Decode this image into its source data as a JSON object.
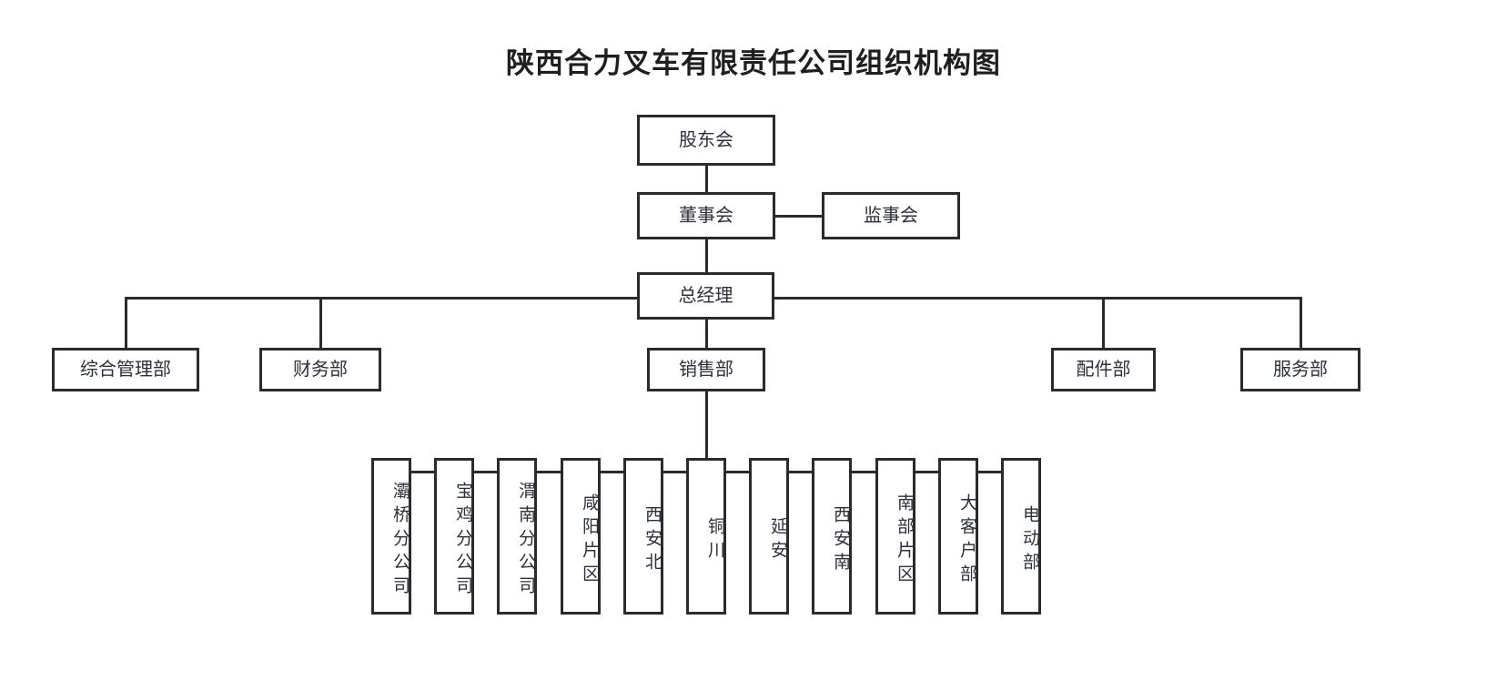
{
  "title": "陕西合力叉车有限责任公司组织机构图",
  "colors": {
    "box_border": "#2b2b2b",
    "box_fill": "#ffffff",
    "text": "#2c3038",
    "title_text": "#1f1f1f",
    "connector": "#2b2b2b"
  },
  "chart_data": {
    "type": "diagram",
    "diagram_kind": "organizational-chart",
    "title": "陕西合力叉车有限责任公司组织机构图",
    "orientation": "top-down",
    "levels": [
      {
        "level": 1,
        "nodes": [
          "股东会"
        ]
      },
      {
        "level": 2,
        "nodes": [
          "董事会",
          "监事会"
        ]
      },
      {
        "level": 3,
        "nodes": [
          "总经理"
        ]
      },
      {
        "level": 4,
        "nodes": [
          "综合管理部",
          "财务部",
          "销售部",
          "配件部",
          "服务部"
        ]
      },
      {
        "level": 5,
        "nodes": [
          "灞桥分公司",
          "宝鸡分公司",
          "渭南分公司",
          "咸阳片区",
          "西安北",
          "铜川",
          "延安",
          "西安南",
          "南部片区",
          "大客户部",
          "电动部"
        ]
      }
    ],
    "edges": [
      {
        "from": "股东会",
        "to": "董事会"
      },
      {
        "from": "董事会",
        "to": "监事会",
        "style": "horizontal-peer"
      },
      {
        "from": "董事会",
        "to": "总经理"
      },
      {
        "from": "总经理",
        "to": "综合管理部"
      },
      {
        "from": "总经理",
        "to": "财务部"
      },
      {
        "from": "总经理",
        "to": "销售部"
      },
      {
        "from": "总经理",
        "to": "配件部"
      },
      {
        "from": "总经理",
        "to": "服务部"
      },
      {
        "from": "销售部",
        "to": "灞桥分公司"
      },
      {
        "from": "销售部",
        "to": "宝鸡分公司"
      },
      {
        "from": "销售部",
        "to": "渭南分公司"
      },
      {
        "from": "销售部",
        "to": "咸阳片区"
      },
      {
        "from": "销售部",
        "to": "西安北"
      },
      {
        "from": "销售部",
        "to": "铜川"
      },
      {
        "from": "销售部",
        "to": "延安"
      },
      {
        "from": "销售部",
        "to": "西安南"
      },
      {
        "from": "销售部",
        "to": "南部片区"
      },
      {
        "from": "销售部",
        "to": "大客户部"
      },
      {
        "from": "销售部",
        "to": "电动部"
      }
    ]
  },
  "nodes": {
    "shareholders": "股东会",
    "board": "董事会",
    "supervisors": "监事会",
    "general_manager": "总经理",
    "dept_admin": "综合管理部",
    "dept_finance": "财务部",
    "dept_sales": "销售部",
    "dept_parts": "配件部",
    "dept_service": "服务部"
  },
  "sales_units": [
    {
      "label": "灞桥分公司"
    },
    {
      "label": "宝鸡分公司"
    },
    {
      "label": "渭南分公司"
    },
    {
      "label": "咸阳片区"
    },
    {
      "label": "西安北"
    },
    {
      "label": "铜川"
    },
    {
      "label": "延安"
    },
    {
      "label": "西安南"
    },
    {
      "label": "南部片区"
    },
    {
      "label": "大客户部"
    },
    {
      "label": "电动部"
    }
  ]
}
